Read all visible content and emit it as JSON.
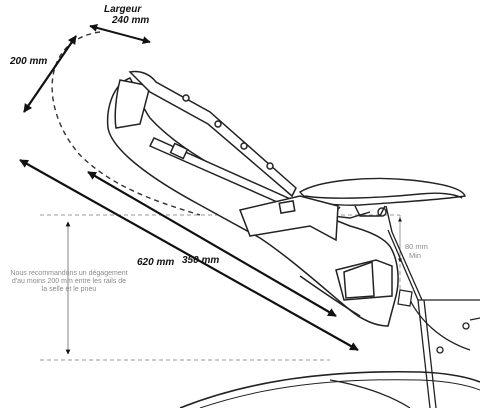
{
  "labels": {
    "width_title": "Largeur",
    "width_value": "240 mm",
    "height_value": "200 mm",
    "length_total": "620 mm",
    "length_bag": "350 mm",
    "clearance_value": "80 mm",
    "clearance_min": "Min",
    "recommendation_line1": "Nous recommandons un dégagement",
    "recommendation_line2": "d'au moins 200 mm entre les rails de",
    "recommendation_line3": "la selle et le pneu"
  }
}
